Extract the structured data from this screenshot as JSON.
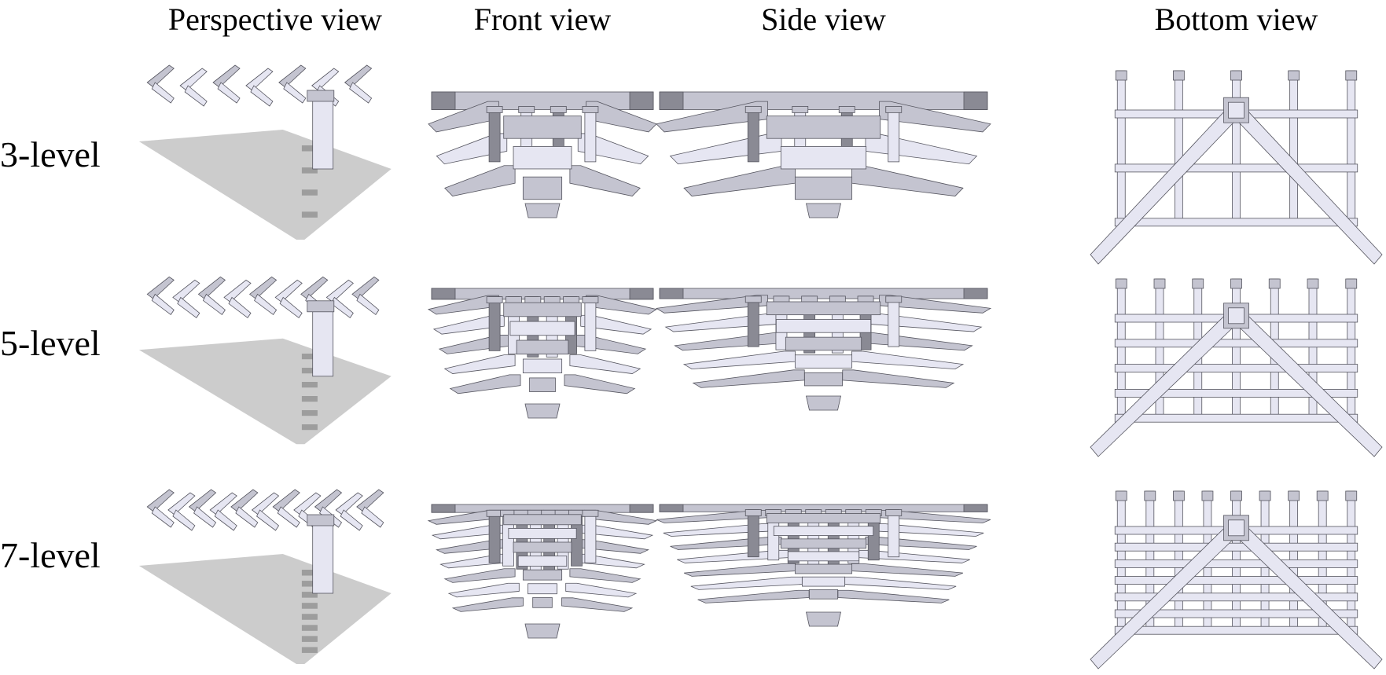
{
  "column_headers": [
    "Perspective view",
    "Front view",
    "Side view",
    "Bottom view"
  ],
  "rows": [
    {
      "label": "3-level",
      "levels": 3
    },
    {
      "label": "5-level",
      "levels": 5
    },
    {
      "label": "7-level",
      "levels": 7
    }
  ],
  "colors": {
    "light_face": "#e6e6f2",
    "mid_face": "#c4c4d0",
    "dark_face": "#8a8a94",
    "edge": "#55555f",
    "shadow": "#6e6e6e"
  }
}
